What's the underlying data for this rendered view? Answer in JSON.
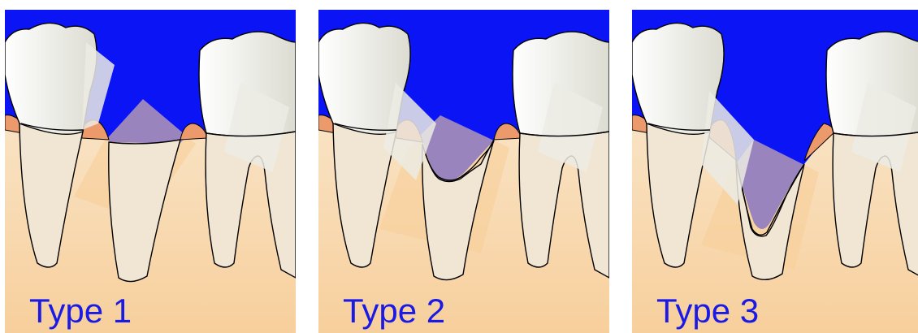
{
  "colors": {
    "background": "#0a14f5",
    "bone": "#f8ddb8",
    "bone_light": "#fae6c9",
    "bone_plate": "#f9cf9a",
    "gingiva": "#ec9a6c",
    "tooth": "#f4f4f0",
    "tooth_shade": "#dcdcd4",
    "outline": "#000000",
    "label": "#1a1ae6"
  },
  "panels": [
    {
      "label": "Type 1",
      "defect": "horizontal"
    },
    {
      "label": "Type 2",
      "defect": "shallow-angular"
    },
    {
      "label": "Type 3",
      "defect": "deep-angular"
    }
  ]
}
